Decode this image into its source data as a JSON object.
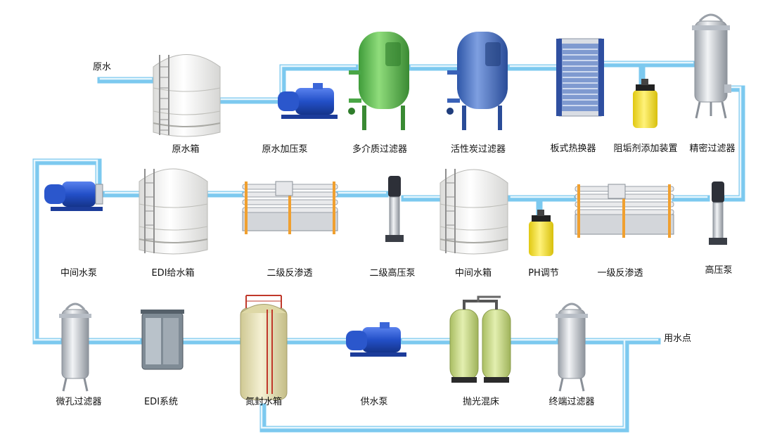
{
  "title": "",
  "labels": {
    "raw_water": "原水",
    "raw_tank": "原水箱",
    "raw_pump": "原水加压泵",
    "multimedia_filter": "多介质过滤器",
    "carbon_filter": "活性炭过滤器",
    "plate_hx": "板式热换器",
    "antiscalant": "阻垢剂添加装置",
    "precision_filter": "精密过滤器",
    "mid_pump": "中间水泵",
    "edi_tank": "EDI给水箱",
    "ro2": "二级反渗透",
    "hp_pump2": "二级高压泵",
    "mid_tank": "中间水箱",
    "ph": "PH调节",
    "ro1": "一级反渗透",
    "hp_pump": "高压泵",
    "micro_filter": "微孔过滤器",
    "edi": "EDI系统",
    "n2_tank": "氮封水箱",
    "supply_pump": "供水泵",
    "polish_bed": "抛光混床",
    "terminal_filter": "终端过滤器",
    "use_point": "用水点"
  },
  "colors": {
    "pipe": "#7cc9ef",
    "pump_blue": "#2350c8",
    "filter_green": "#6cc35a",
    "filter_blue": "#4a74c9",
    "steel": "#c8ccd2",
    "tank_white": "#f4f4f2",
    "dosing_yellow": "#f2df1c",
    "frp_green": "#c9d98a",
    "n2_tank": "#e6e1b4"
  }
}
